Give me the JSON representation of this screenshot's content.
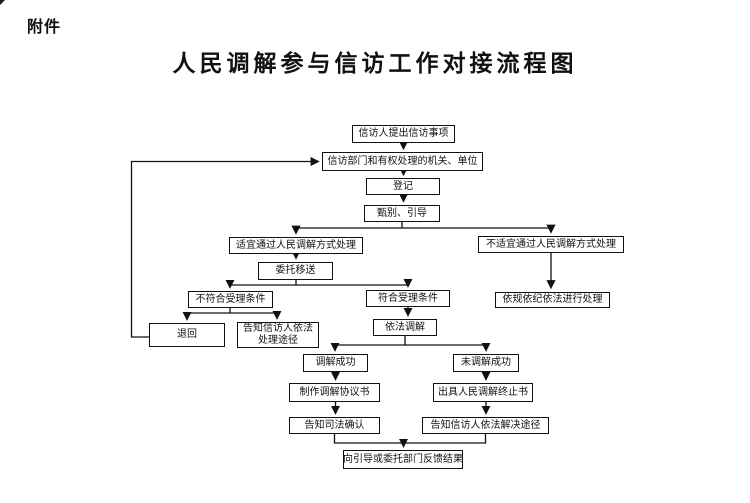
{
  "page": {
    "attachment_label": "附件",
    "title": "人民调解参与信访工作对接流程图",
    "line_color": "#111111",
    "background_color": "#ffffff"
  },
  "flowchart": {
    "nodes": {
      "petition_submit": {
        "label": "信访人提出信访事项"
      },
      "authority": {
        "label": "信访部门和有权处理的机关、单位"
      },
      "register": {
        "label": "登记"
      },
      "screen_guide": {
        "label": "甄别、引导"
      },
      "suitable": {
        "label": "适宜通过人民调解方式处理"
      },
      "unsuitable": {
        "label": "不适宜通过人民调解方式处理"
      },
      "entrust_transfer": {
        "label": "委托移送"
      },
      "handle_by_law": {
        "label": "依规依纪依法进行处理"
      },
      "not_meet": {
        "label": "不符合受理条件"
      },
      "meet": {
        "label": "符合受理条件"
      },
      "return_back": {
        "label": "退回"
      },
      "inform_channels": {
        "label": "告知信访人依法处理途径"
      },
      "mediate_by_law": {
        "label": "依法调解"
      },
      "mediation_success": {
        "label": "调解成功"
      },
      "mediation_fail": {
        "label": "未调解成功"
      },
      "make_agreement": {
        "label": "制作调解协议书"
      },
      "issue_termination": {
        "label": "出具人民调解终止书"
      },
      "judicial_confirm": {
        "label": "告知司法确认"
      },
      "inform_resolution": {
        "label": "告知信访人依法解决途径"
      },
      "feedback_result": {
        "label": "向引导或委托部门反馈结果"
      }
    }
  }
}
